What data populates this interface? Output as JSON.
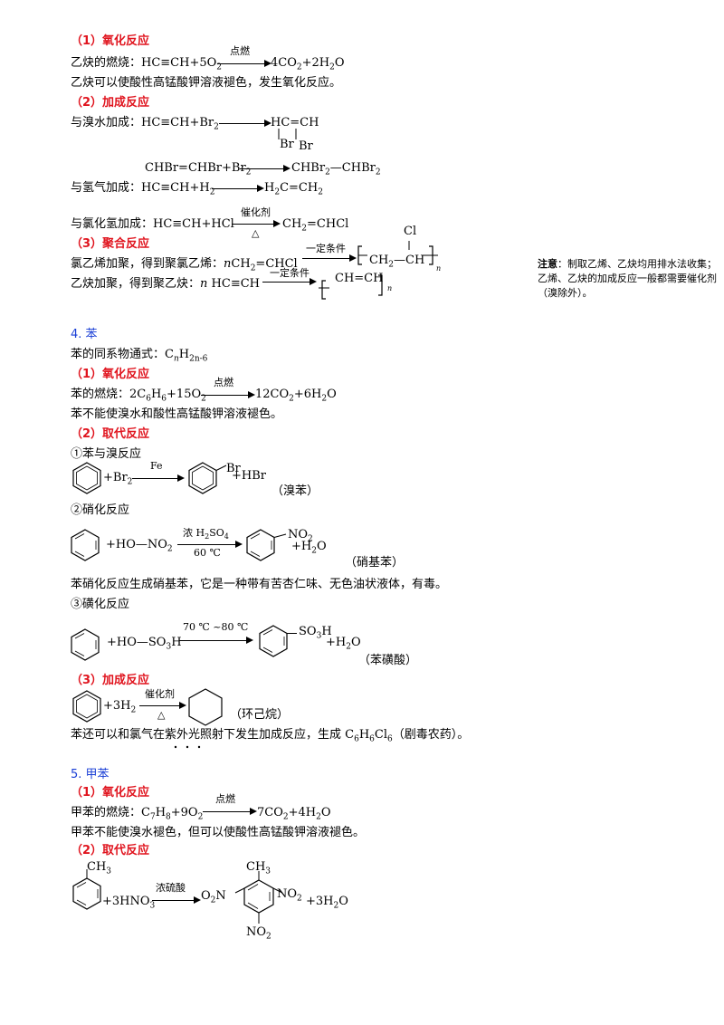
{
  "alkyne": {
    "oxidation_heading": "（1）氧化反应",
    "combustion_left": "乙炔的燃烧：HC≡CH+5O",
    "combustion_cond": "点燃",
    "combustion_right": "4CO",
    "combustion_right2": "+2H",
    "combustion_right3": "O",
    "kmno4_line": "乙炔可以使酸性高锰酸钾溶液褪色，发生氧化反应。",
    "addition_heading": "（2）加成反应",
    "br_left": "与溴水加成：HC≡CH+Br",
    "br_product": "HC=CH",
    "br_sub1": "Br",
    "br_sub2": "Br",
    "br2_left": "CHBr=CHBr+Br",
    "br2_right": "CHBr",
    "br2_right2": "—CHBr",
    "h2_left": "与氢气加成：HC≡CH+H",
    "h2_right": "H",
    "h2_right2": "C=CH",
    "hcl_left": "与氯化氢加成：HC≡CH+HCl",
    "hcl_cond": "催化剂",
    "hcl_cond2": "△",
    "hcl_right": "CH",
    "hcl_right2": "=CHCl",
    "poly_heading": "（3）聚合反应",
    "pvc_left": "氯乙烯加聚，得到聚氯乙烯：",
    "pvc_n": "n",
    "pvc_monomer": "CH",
    "pvc_monomer2": "=CHCl",
    "pvc_cond": "一定条件",
    "pvc_cl": "Cl",
    "pvc_chain": "CH",
    "pvc_chain2": "—CH",
    "pa_left": "乙炔加聚，得到聚乙炔：",
    "pa_n": "n",
    "pa_monomer": "HC≡CH",
    "pa_cond": "一定条件",
    "pa_chain": "CH=CH",
    "sub_n": "n",
    "sub_2": "2"
  },
  "note": {
    "label": "注意",
    "text": "：制取乙烯、乙炔均用排水法收集；乙烯、乙炔的加成反应一般都需要催化剂（溴除外）。"
  },
  "benzene": {
    "heading": "4. 苯",
    "formula": "苯的同系物通式：C",
    "formula_n": "n",
    "formula_h": "H",
    "formula_sub": "2n-6",
    "oxidation_heading": "（1）氧化反应",
    "combustion_left": "苯的燃烧：2C",
    "combustion_left2": "H",
    "combustion_left3": "+15O",
    "combustion_cond": "点燃",
    "combustion_right": "12CO",
    "combustion_right2": "+6H",
    "combustion_right3": "O",
    "no_kmno4": "苯不能使溴水和酸性高锰酸钾溶液褪色。",
    "substitution_heading": "（2）取代反应",
    "bromination_title": "①苯与溴反应",
    "br_reagent": "+Br",
    "br_cond": "Fe",
    "br_product_br": "Br",
    "br_product_hbr": "+HBr",
    "br_name": "（溴苯）",
    "nitration_title": "②硝化反应",
    "nit_reagent": "+HO—NO",
    "nit_cond": "浓 H",
    "nit_cond2": "SO",
    "nit_cond_temp": "60 ℃",
    "nit_group": "NO",
    "nit_water": "+H",
    "nit_water2": "O",
    "nit_name": "（硝基苯）",
    "nit_desc": "苯硝化反应生成硝基苯，它是一种带有苦杏仁味、无色油状液体，有毒。",
    "sulfonation_title": "③磺化反应",
    "sul_reagent": "+HO—SO",
    "sul_reagent2": "H",
    "sul_cond": "70 ℃ ~80 ℃",
    "sul_group": "SO",
    "sul_group2": "H",
    "sul_water": "+H",
    "sul_water2": "O",
    "sul_name": "（苯磺酸）",
    "addition_heading": "（3）加成反应",
    "add_reagent": "+3H",
    "add_cond": "催化剂",
    "add_cond2": "△",
    "add_name": "（环己烷）",
    "cl_desc": "苯还可以和氯气在紫外光照射下发生加成反应，生成 C",
    "cl_desc2": "H",
    "cl_desc3": "Cl",
    "cl_desc4": "（剧毒农药）。",
    "sub_6": "6",
    "sub_2": "2",
    "sub_3": "3",
    "sub_4": "4"
  },
  "toluene": {
    "heading": "5. 甲苯",
    "oxidation_heading": "（1）氧化反应",
    "combustion_left": "甲苯的燃烧：C",
    "combustion_left2": "H",
    "combustion_left3": "+9O",
    "combustion_cond": "点燃",
    "combustion_right": "7CO",
    "combustion_right2": "+4H",
    "combustion_right3": "O",
    "kmno4_line": "甲苯不能使溴水褪色，但可以使酸性高锰酸钾溶液褪色。",
    "substitution_heading": "（2）取代反应",
    "methyl": "CH",
    "reagent": "+3HNO",
    "cond": "浓硫酸",
    "o2n": "O",
    "o2n2": "N",
    "no2_right": "NO",
    "no2_bottom": "NO",
    "water": "+3H",
    "water2": "O",
    "sub_7": "7",
    "sub_8": "8",
    "sub_2": "2",
    "sub_3": "3"
  }
}
